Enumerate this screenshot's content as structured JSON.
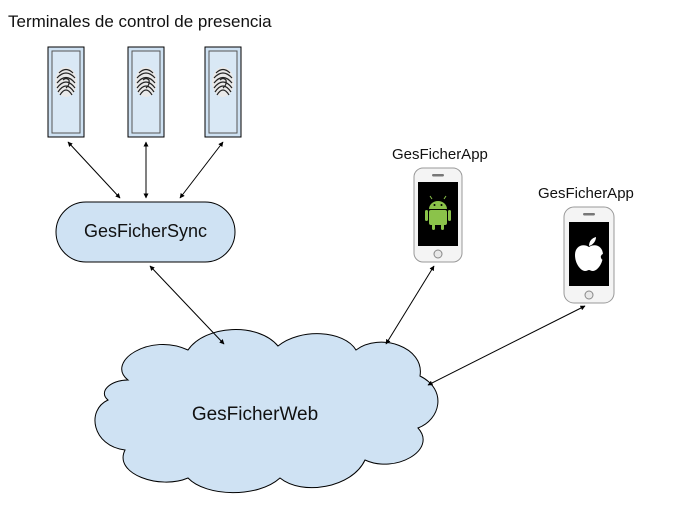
{
  "title": "Terminales de control de presencia",
  "nodes": {
    "sync": "GesFicherSync",
    "web": "GesFicherWeb",
    "app_android": "GesFicherApp",
    "app_ios": "GesFicherApp"
  },
  "terminals": [
    {
      "icon": "fingerprint-icon"
    },
    {
      "icon": "fingerprint-icon"
    },
    {
      "icon": "fingerprint-icon"
    }
  ],
  "devices": [
    {
      "platform": "android",
      "icon": "android-logo-icon",
      "screen_color": "#000000",
      "logo_color": "#8bc34a"
    },
    {
      "platform": "ios",
      "icon": "apple-logo-icon",
      "screen_color": "#000000",
      "logo_color": "#ffffff"
    }
  ],
  "colors": {
    "node_fill": "#cfe2f3",
    "terminal_fill": "#cfe2f3",
    "stroke": "#000000"
  }
}
